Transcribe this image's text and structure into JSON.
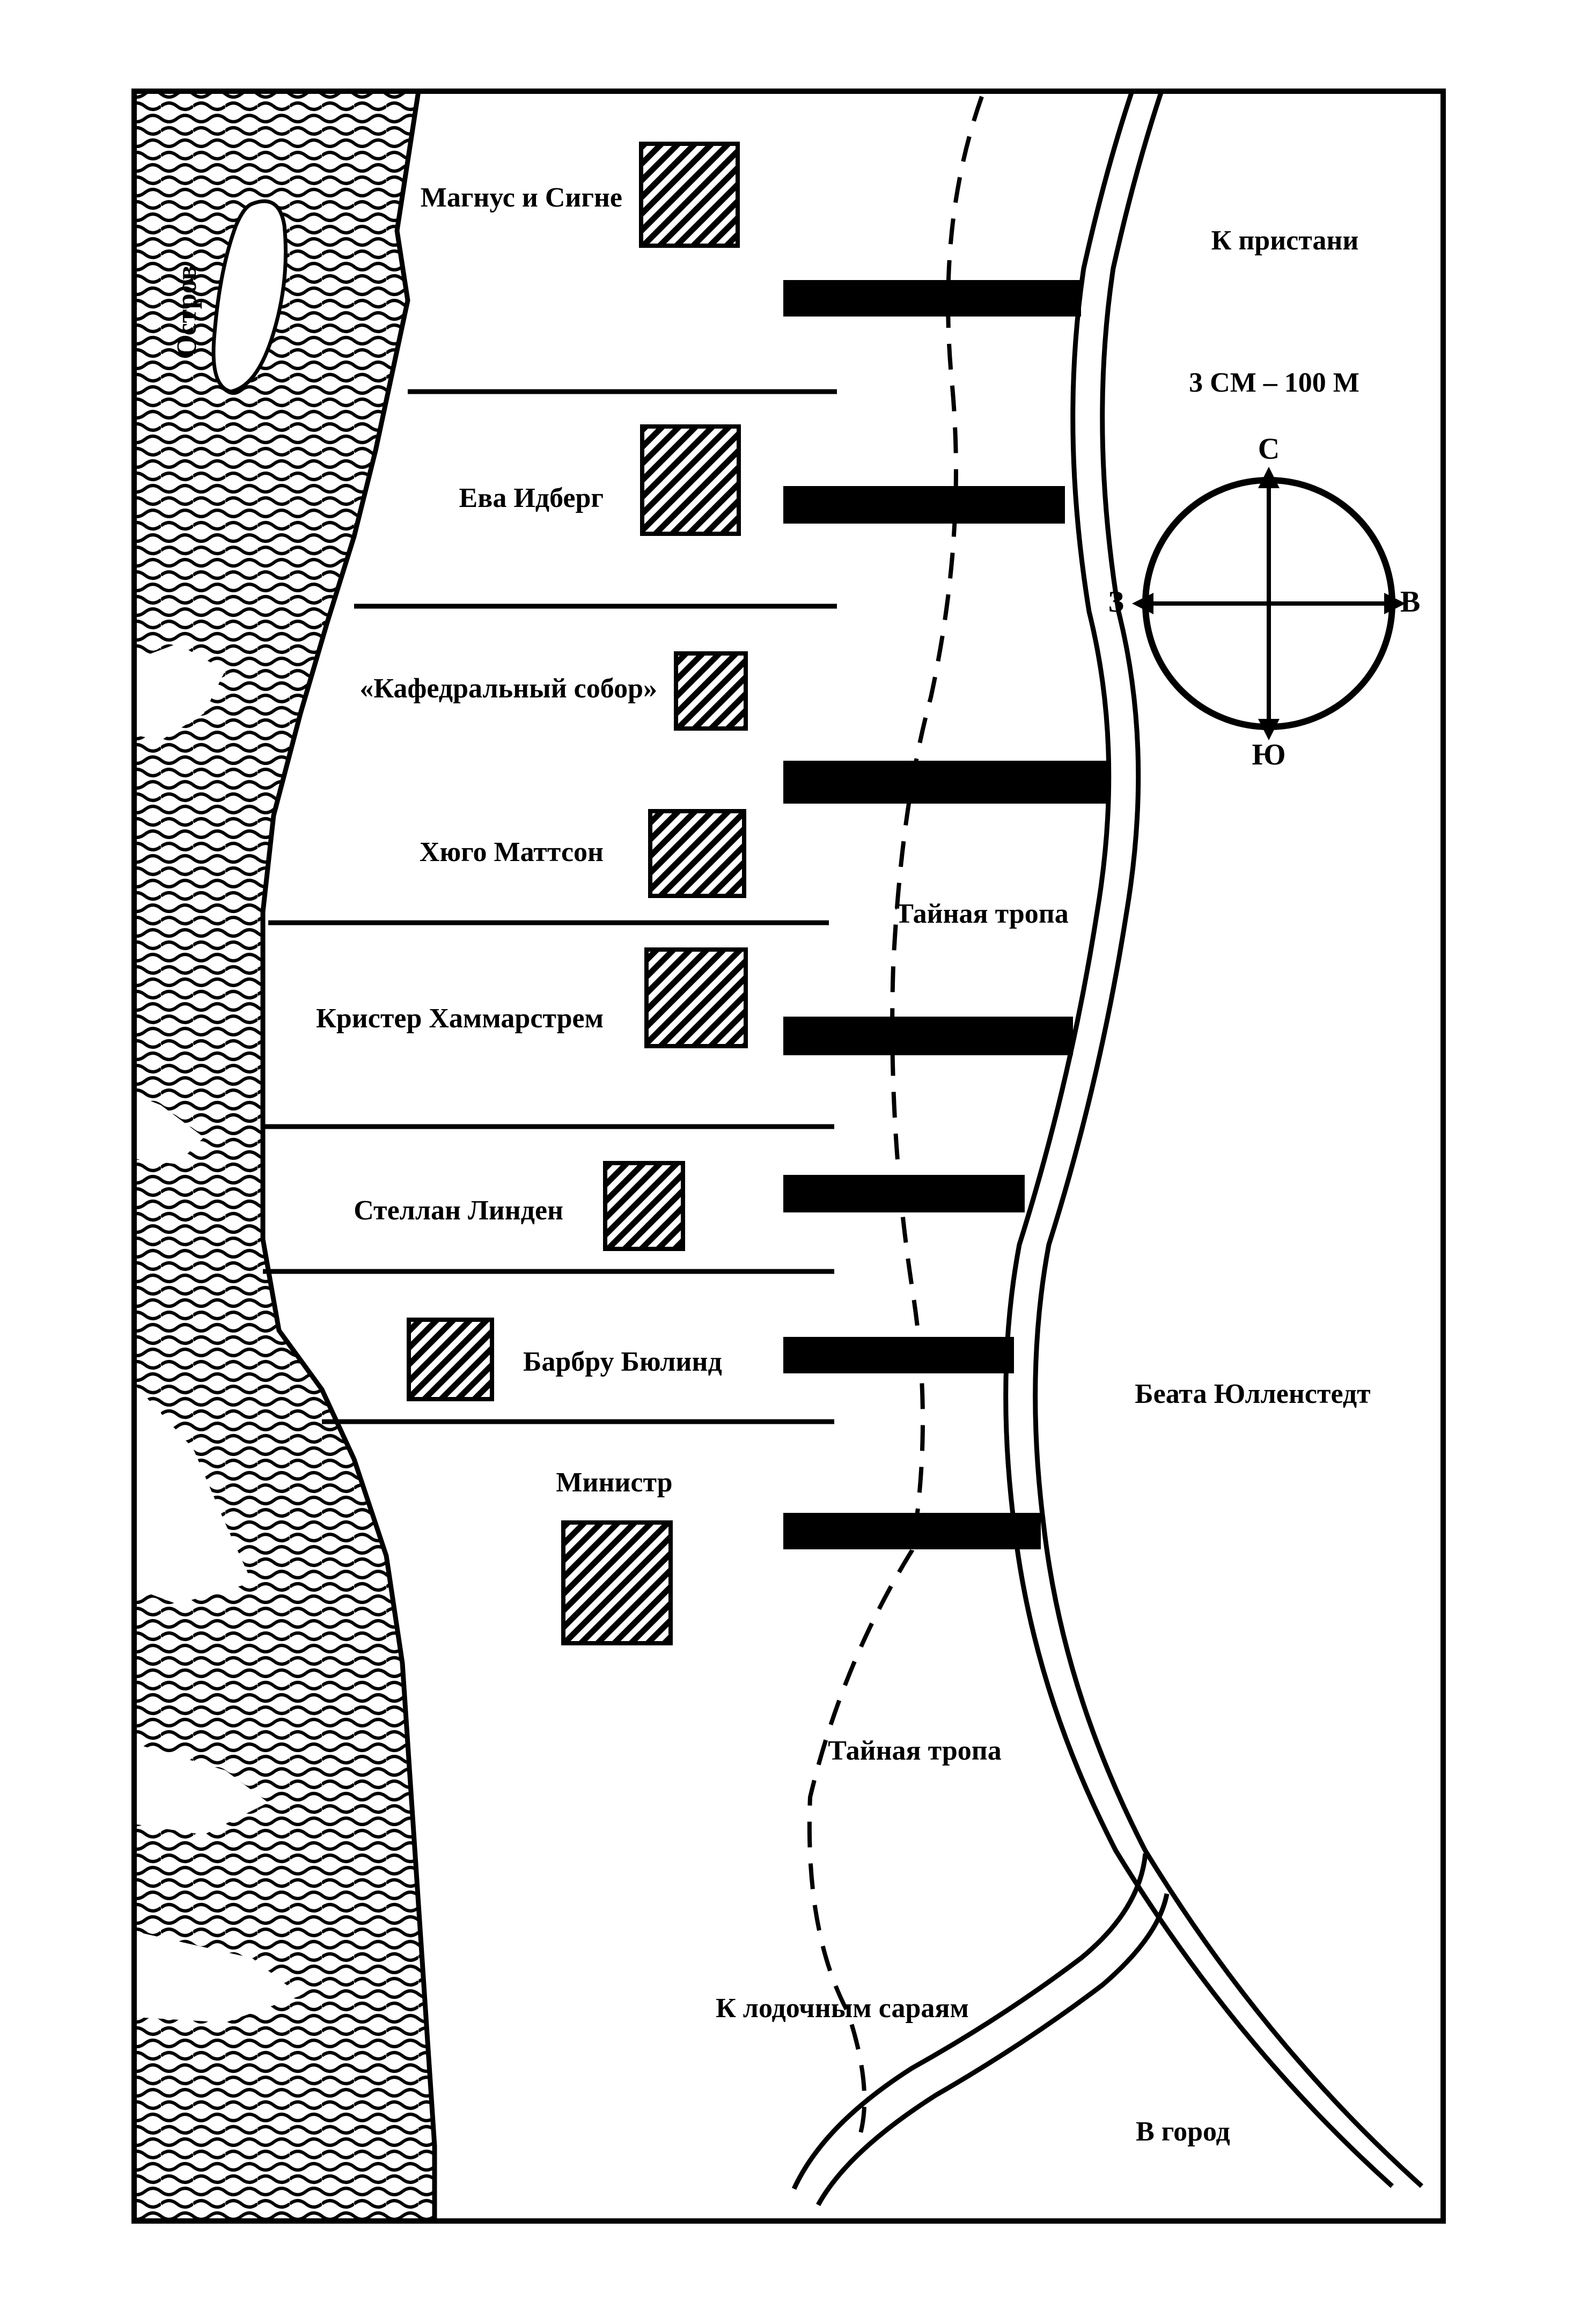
{
  "labels": {
    "magnus_signe": "Магнус и Сигне",
    "eva_idberg": "Ева Идберг",
    "cathedral": "«Кафедральный собор»",
    "hugo_mattson": "Хюго Маттсон",
    "krister": "Кристер Хаммарстрем",
    "stellan": "Стеллан Линден",
    "barbru": "Барбру Бюлинд",
    "minister": "Министр",
    "island": "Остров",
    "to_pier": "К пристани",
    "scale": "3 СМ – 100 М",
    "secret_path_1": "Тайная тропа",
    "secret_path_2": "Тайная тропа",
    "beata": "Беата Юлленстедт",
    "to_boathouses": "К лодочным сараям",
    "to_town": "В город"
  },
  "compass": {
    "north": "С",
    "south": "Ю",
    "west": "З",
    "east": "В"
  },
  "colors": {
    "ink": "#000000",
    "paper": "#ffffff"
  },
  "icons": {
    "house": "hatched-square",
    "compass": "compass-rose",
    "water": "wave-lines"
  }
}
